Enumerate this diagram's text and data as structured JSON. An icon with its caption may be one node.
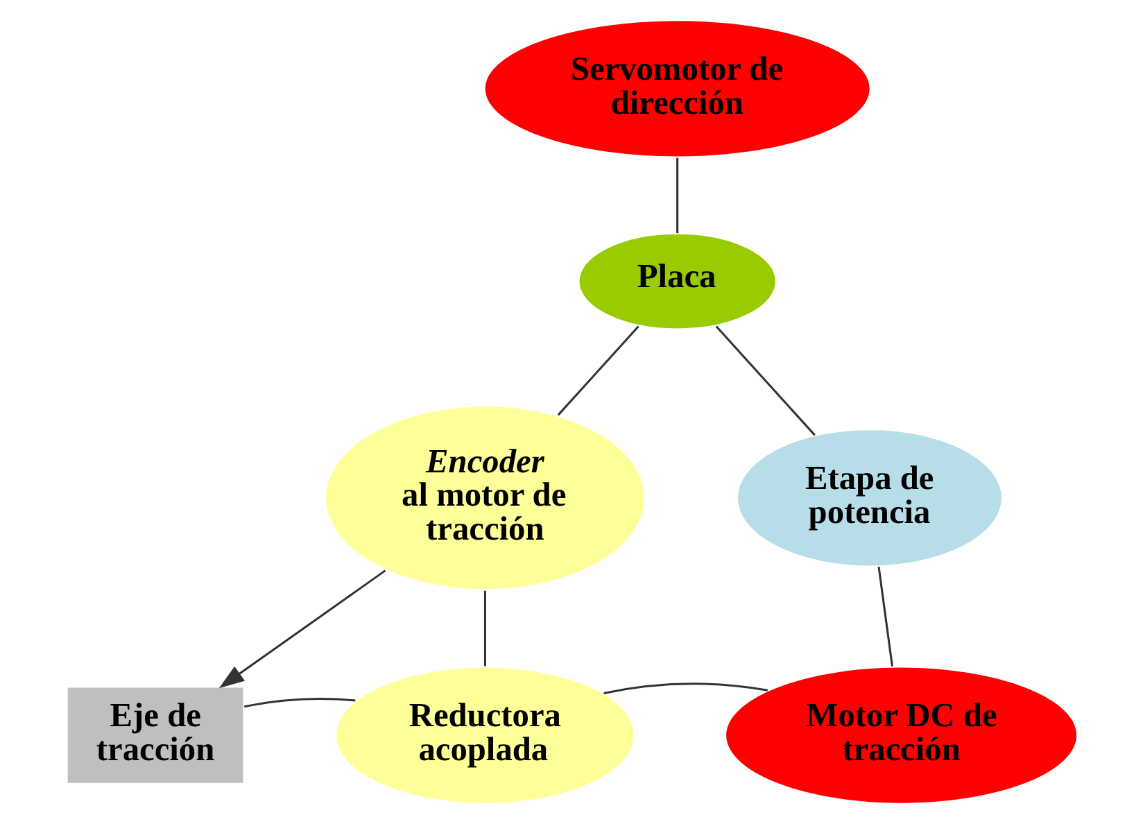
{
  "diagram": {
    "nodes": [
      {
        "text": [
          "Servomotor de dirección"
        ]
      },
      {
        "text": [
          "Placa"
        ]
      },
      {
        "text": [
          "*Encoder* al motor de tracción"
        ]
      },
      {
        "text": [
          "Etapa de potencia"
        ]
      },
      {
        "text": [
          "Eje de tracción"
        ]
      },
      {
        "text": [
          "Reductora acoplada"
        ]
      },
      {
        "text": [
          "Motor DC de tracción"
        ]
      }
    ],
    "edges": [
      {
        "from": 0,
        "to": 1,
        "arrow": "none"
      },
      {
        "from": 1,
        "to": 2,
        "arrow": "none"
      },
      {
        "from": 1,
        "to": 3,
        "arrow": "none"
      },
      {
        "from": 2,
        "to": 4,
        "arrow": "to"
      },
      {
        "from": 2,
        "to": 5,
        "arrow": "none"
      },
      {
        "from": 5,
        "to": 4,
        "arrow": "none"
      },
      {
        "from": 5,
        "to": 6,
        "arrow": "none"
      },
      {
        "from": 3,
        "to": 6,
        "arrow": "none"
      }
    ]
  }
}
